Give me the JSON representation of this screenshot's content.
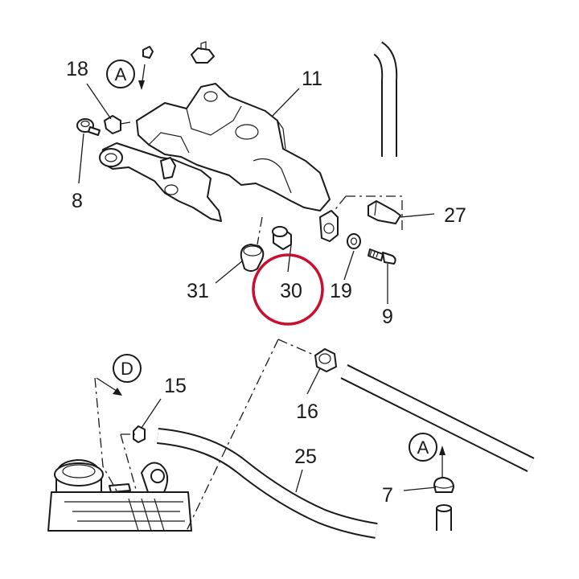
{
  "labels": {
    "p18": "18",
    "p8": "8",
    "p11": "11",
    "p27": "27",
    "p31": "31",
    "p30": "30",
    "p19": "19",
    "p9": "9",
    "p15": "15",
    "p16": "16",
    "p25": "25",
    "p7": "7"
  },
  "views": {
    "a_top": "A",
    "d": "D",
    "a_bottom": "A"
  },
  "highlight": {
    "part": "30",
    "color": "#c8102e"
  }
}
